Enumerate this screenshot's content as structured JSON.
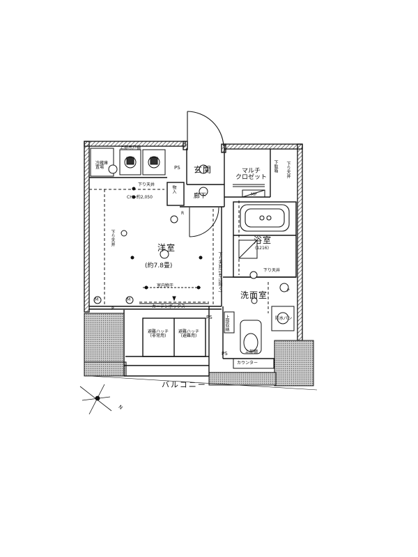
{
  "rooms": {
    "entrance": "玄関",
    "hall": "廊下",
    "multi_closet": "マルチ\nクロゼット",
    "bath": "浴室",
    "bath_size": "(1216)",
    "western": "洋室",
    "western_size": "(約7.8畳)",
    "washroom": "洗面室",
    "balcony": "バルコニー"
  },
  "labels": {
    "fridge": "冷蔵庫\n置場",
    "drop_ceiling_top": "下り天井",
    "ch": "CH=約2,050",
    "storage": "物入",
    "ps1": "PS",
    "ps2": "PS",
    "ps3": "PS",
    "mp": "MP",
    "drop_ceiling_left": "下り天井",
    "drop_ceiling_right": "下り天井",
    "drop_ceiling_hall": "下り天井(14Fは除く)",
    "drop_ceiling_bath": "下り天井",
    "curtain_box": "カーテンボックス",
    "indoor_rail": "室内物干",
    "pan": "防水パン",
    "counter": "カウンター",
    "hatch1": "避難ハッチ\n(非常用)",
    "hatch2": "避難ハッチ\n(避難用)",
    "m1": "M",
    "m2": "M",
    "p1": "P",
    "p2": "P",
    "r": "R",
    "compass": "N",
    "cabinet_top": "上部吊戸棚",
    "shoes": "下駄箱",
    "wash_shelf": "上部収納",
    "top_shelf": "上部棚"
  },
  "colors": {
    "line": "#111111",
    "hatch": "#555555",
    "background": "#ffffff"
  }
}
